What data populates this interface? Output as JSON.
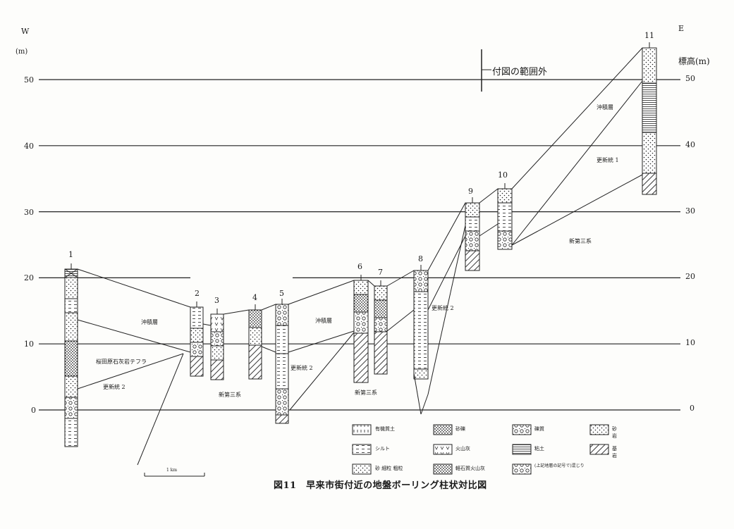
{
  "corners": {
    "left_top": "W",
    "left_unit": "(m)",
    "right_top": "E",
    "right_unit": "標高(m)"
  },
  "left_ticks": [
    "50",
    "40",
    "30",
    "20",
    "10",
    "0"
  ],
  "right_ticks": [
    "50",
    "40",
    "30",
    "20",
    "10",
    "0"
  ],
  "boreholes": [
    "1",
    "2",
    "3",
    "4",
    "5",
    "6",
    "7",
    "8",
    "9",
    "10",
    "11"
  ],
  "range_note": "付図の範囲外",
  "layer_labels": {
    "chuseki_left": "沖積層",
    "chuseki_mid": "沖積層",
    "chuseki_right": "沖積層",
    "tephra": "桜田原石灰岩テフラ",
    "terrace_left": "更新統 2",
    "terrace_mid5": "更新統 2",
    "terrace_mid8": "更新統 2",
    "terrace_right": "更新統 1",
    "neogene_left": "新第三系",
    "neogene_mid": "新第三系",
    "neogene_right": "新第三系"
  },
  "legend": [
    {
      "symbol": "humus",
      "label": "有機質土"
    },
    {
      "symbol": "gravel",
      "label": "砂礫"
    },
    {
      "symbol": "cobble",
      "label": "礫質"
    },
    {
      "symbol": "sand",
      "label": "砂岩"
    },
    {
      "symbol": "silt",
      "label": "シルト"
    },
    {
      "symbol": "ash",
      "label": "火山灰"
    },
    {
      "symbol": "clay",
      "label": "粘土"
    },
    {
      "symbol": "bedrock",
      "label": "基岩"
    },
    {
      "symbol": "sandy",
      "label": "砂 細粒 粗粒"
    },
    {
      "symbol": "pumice",
      "label": "軽石質火山灰"
    },
    {
      "symbol": "mixed",
      "label": "(上記地層の記号で)混じり"
    }
  ],
  "scale_label": "1 km",
  "title": "図11　早来市街付近の地盤ボーリング柱状対比図"
}
